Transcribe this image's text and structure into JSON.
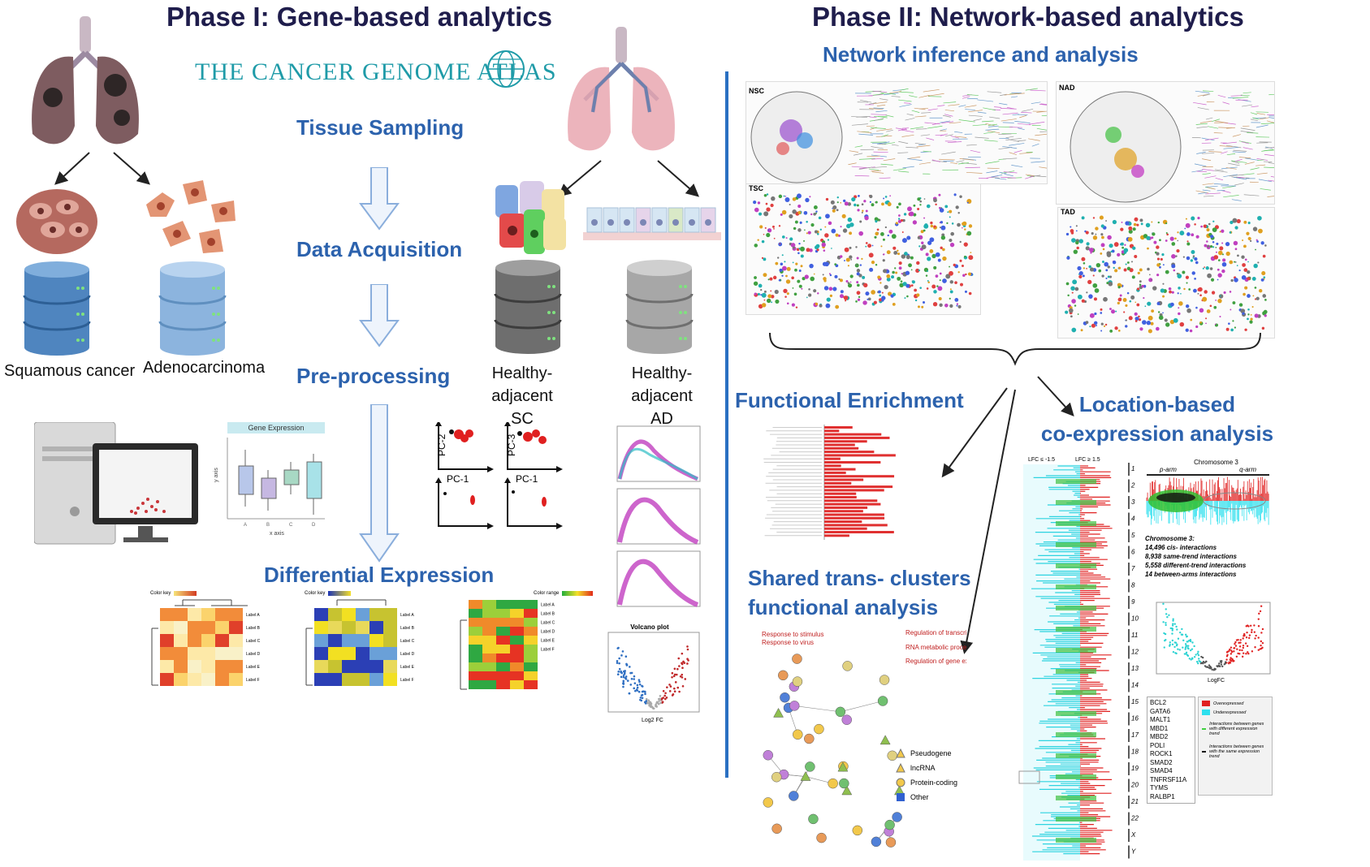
{
  "phase1": {
    "title": "Phase I: Gene-based analytics",
    "tcga_logo": "THE CANCER GENOME ATLAS",
    "steps": {
      "tissue": "Tissue Sampling",
      "acquisition": "Data Acquisition",
      "preprocessing": "Pre-processing",
      "differential": "Differential Expression"
    },
    "samples": {
      "squamous": "Squamous cancer",
      "adeno": "Adenocarcinoma",
      "healthy_sc": "Healthy-adjacent\nSC",
      "healthy_ad": "Healthy-adjacent\nAD"
    },
    "boxplot": {
      "title": "Gene Expression",
      "ylabel": "y axis",
      "xlabel": "x axis",
      "categories": [
        "A",
        "B",
        "C",
        "D"
      ]
    },
    "pca_labels": [
      "PC-2",
      "PC-1",
      "PC-3",
      "PC-1",
      "PC-2",
      "PC-1",
      "PC-3",
      "PC-1"
    ],
    "heatmaps": {
      "color_key": "Color key",
      "color_range": "Color range",
      "row_labels": [
        "Label A",
        "Label B",
        "Label C",
        "Label D",
        "Label E",
        "Label F"
      ]
    },
    "volcano": {
      "title": "Volcano plot",
      "xlabel": "Log2 FC"
    }
  },
  "phase2": {
    "title": "Phase II: Network-based analytics",
    "network_title": "Network inference and analysis",
    "network_labels": [
      "NSC",
      "NAD",
      "TSC",
      "TAD"
    ],
    "functional": "Functional Enrichment",
    "location": "Location-based\nco-expression analysis",
    "shared": "Shared trans- clusters\nfunctional analysis",
    "legend": [
      "Pseudogene",
      "lncRNA",
      "Protein-coding",
      "Other"
    ],
    "chromosome": {
      "title": "Chromosome 3",
      "p_arm": "p-arm",
      "q_arm": "q-arm",
      "stats": [
        "Chromosome 3:",
        "14,496 cis- interactions",
        "8,938 same-trend interactions",
        "5,558 different-trend interactions",
        "14 between-arms interactions"
      ],
      "lfc": [
        "LFC ≤ -1.5",
        "LFC ≥ 1.5"
      ],
      "volcano_xlabel": "LogFC"
    },
    "genes": [
      "BCL2",
      "GATA6",
      "MALT1",
      "MBD1",
      "MBD2",
      "POLI",
      "ROCK1",
      "SMAD2",
      "SMAD4",
      "TNFRSF11A",
      "TYMS",
      "RALBP1"
    ],
    "expr_legend": [
      "Overexpressed",
      "Underexpressed",
      "Interactions between genes with different expression trend",
      "Interactions between genes with the same expression trend"
    ],
    "shared_annotations": [
      "Response to stimulus",
      "Response to virus",
      "Regulation of transcription",
      "RNA metabolic processes",
      "Regulation of gene expression"
    ]
  },
  "colors": {
    "title": "#1f1d4c",
    "step": "#2c62ad",
    "divider": "#2a70c2",
    "arrow_fill": "#eef4fc",
    "arrow_stroke": "#8aaedc"
  }
}
